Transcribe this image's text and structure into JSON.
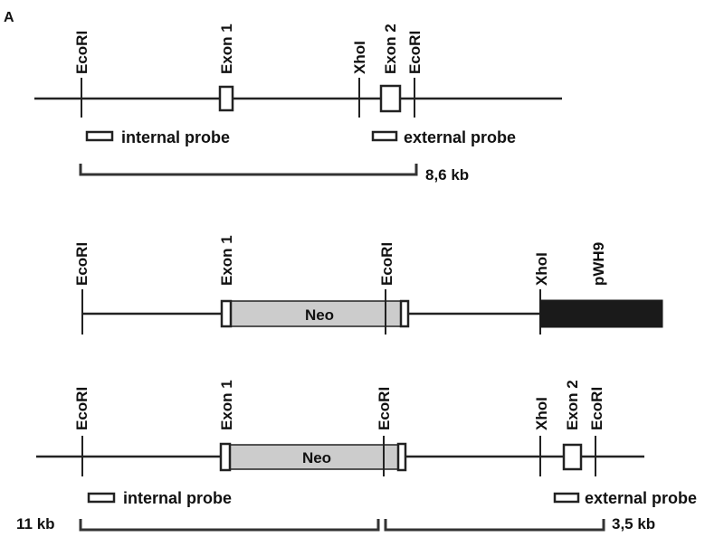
{
  "panel_label": "A",
  "wildtype": {
    "sites": {
      "ecori_left": "EcoRI",
      "exon1": "Exon 1",
      "xhoi": "XhoI",
      "exon2": "Exon 2",
      "ecori_right": "EcoRI"
    },
    "internal_probe": "internal probe",
    "external_probe": "external probe",
    "fragment_size": "8,6 kb"
  },
  "targeting_vector": {
    "sites": {
      "ecori_left": "EcoRI",
      "exon1": "Exon 1",
      "ecori_mid": "EcoRI",
      "xhoi": "XhoI",
      "plasmid": "pWH9"
    },
    "cassette": "Neo",
    "colors": {
      "cassette_fill": "#cccccc",
      "vector_fill": "#1a1a1a"
    }
  },
  "targeted": {
    "sites": {
      "ecori_left": "EcoRI",
      "exon1": "Exon 1",
      "ecori_mid": "EcoRI",
      "xhoi": "XhoI",
      "exon2": "Exon 2",
      "ecori_right": "EcoRI"
    },
    "cassette": "Neo",
    "internal_probe": "internal probe",
    "external_probe": "external probe",
    "fragment_left_size": "11 kb",
    "fragment_right_size": "3,5 kb"
  }
}
